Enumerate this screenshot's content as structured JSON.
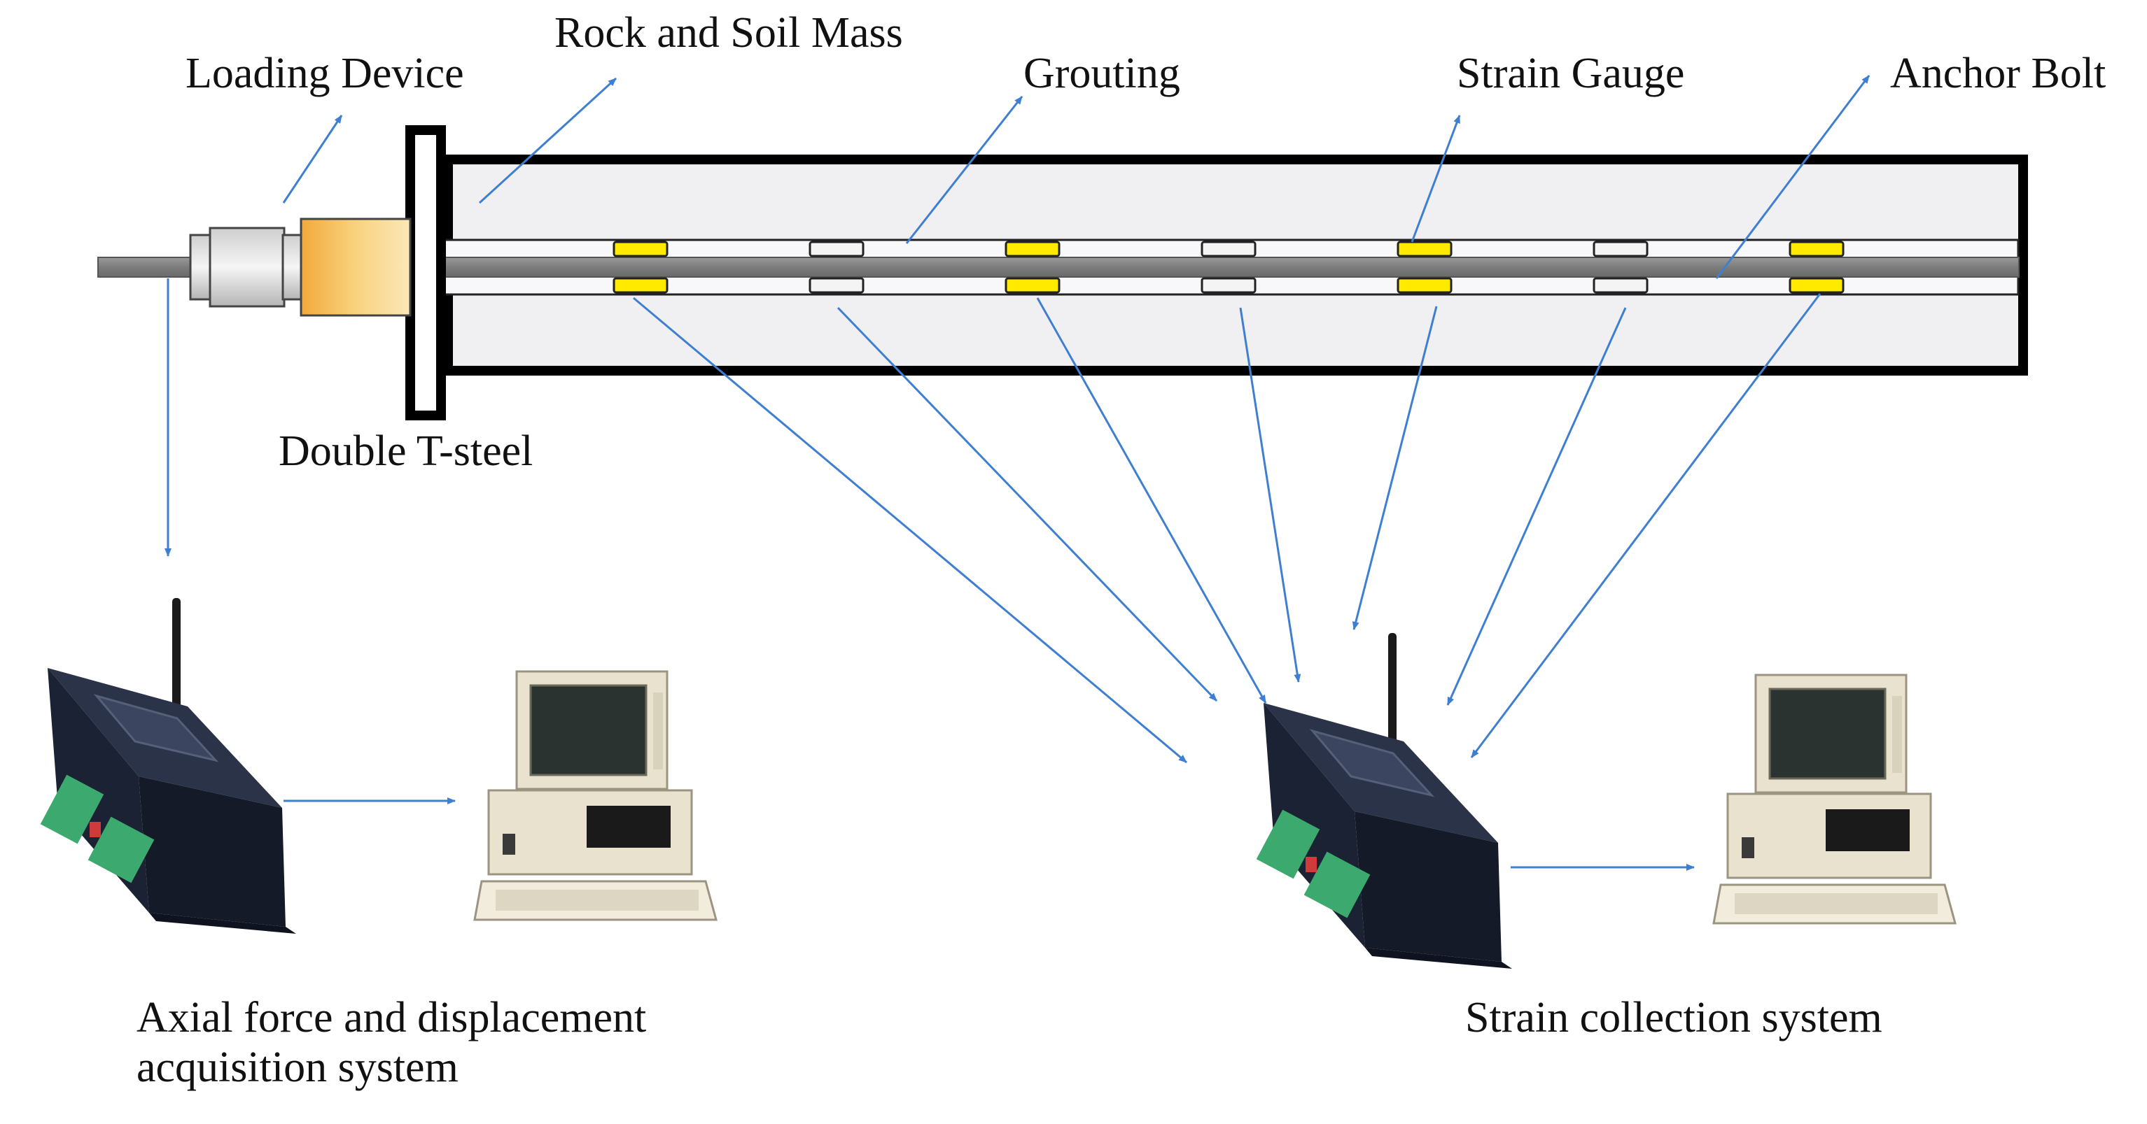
{
  "colors": {
    "arrow": "#3F7FD1",
    "frame": "#000000",
    "soil": "#F0F0F3",
    "bolt": "#808080",
    "gauge": "#FFEA00",
    "grout_block": "#F2F2F2",
    "loader": "#F7C15C",
    "device_body": "#1B2233",
    "terminal": "#3CAA6E",
    "pc_case": "#E8E2CF"
  },
  "labels": {
    "loading_device": "Loading Device",
    "rock_soil": "Rock and Soil Mass",
    "grouting": "Grouting",
    "strain_gauge": "Strain Gauge",
    "anchor_bolt": "Anchor Bolt",
    "double_t_steel": "Double T-steel",
    "axial_system": [
      "Axial force and displacement",
      "acquisition system"
    ],
    "strain_system": "Strain collection system"
  },
  "icons": {
    "acquisition_device_left": "data-logger-icon",
    "computer_left": "desktop-computer-icon",
    "acquisition_device_right": "data-logger-icon",
    "computer_right": "desktop-computer-icon"
  }
}
